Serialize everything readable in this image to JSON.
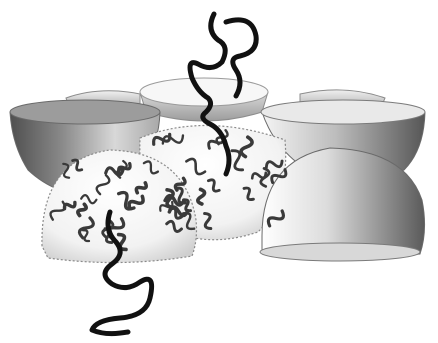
{
  "diagram": {
    "subject": "",
    "colors": {
      "background": "#ffffff",
      "shell_dark": "#5e5e5e",
      "shell_mid": "#9a9a9a",
      "shell_light": "#f2f2f2",
      "strand": "#111111",
      "fragment": "#3a3a3a"
    },
    "shells": {
      "closed_count": 6,
      "open_count": 2
    },
    "strands": {
      "count": 2
    }
  }
}
